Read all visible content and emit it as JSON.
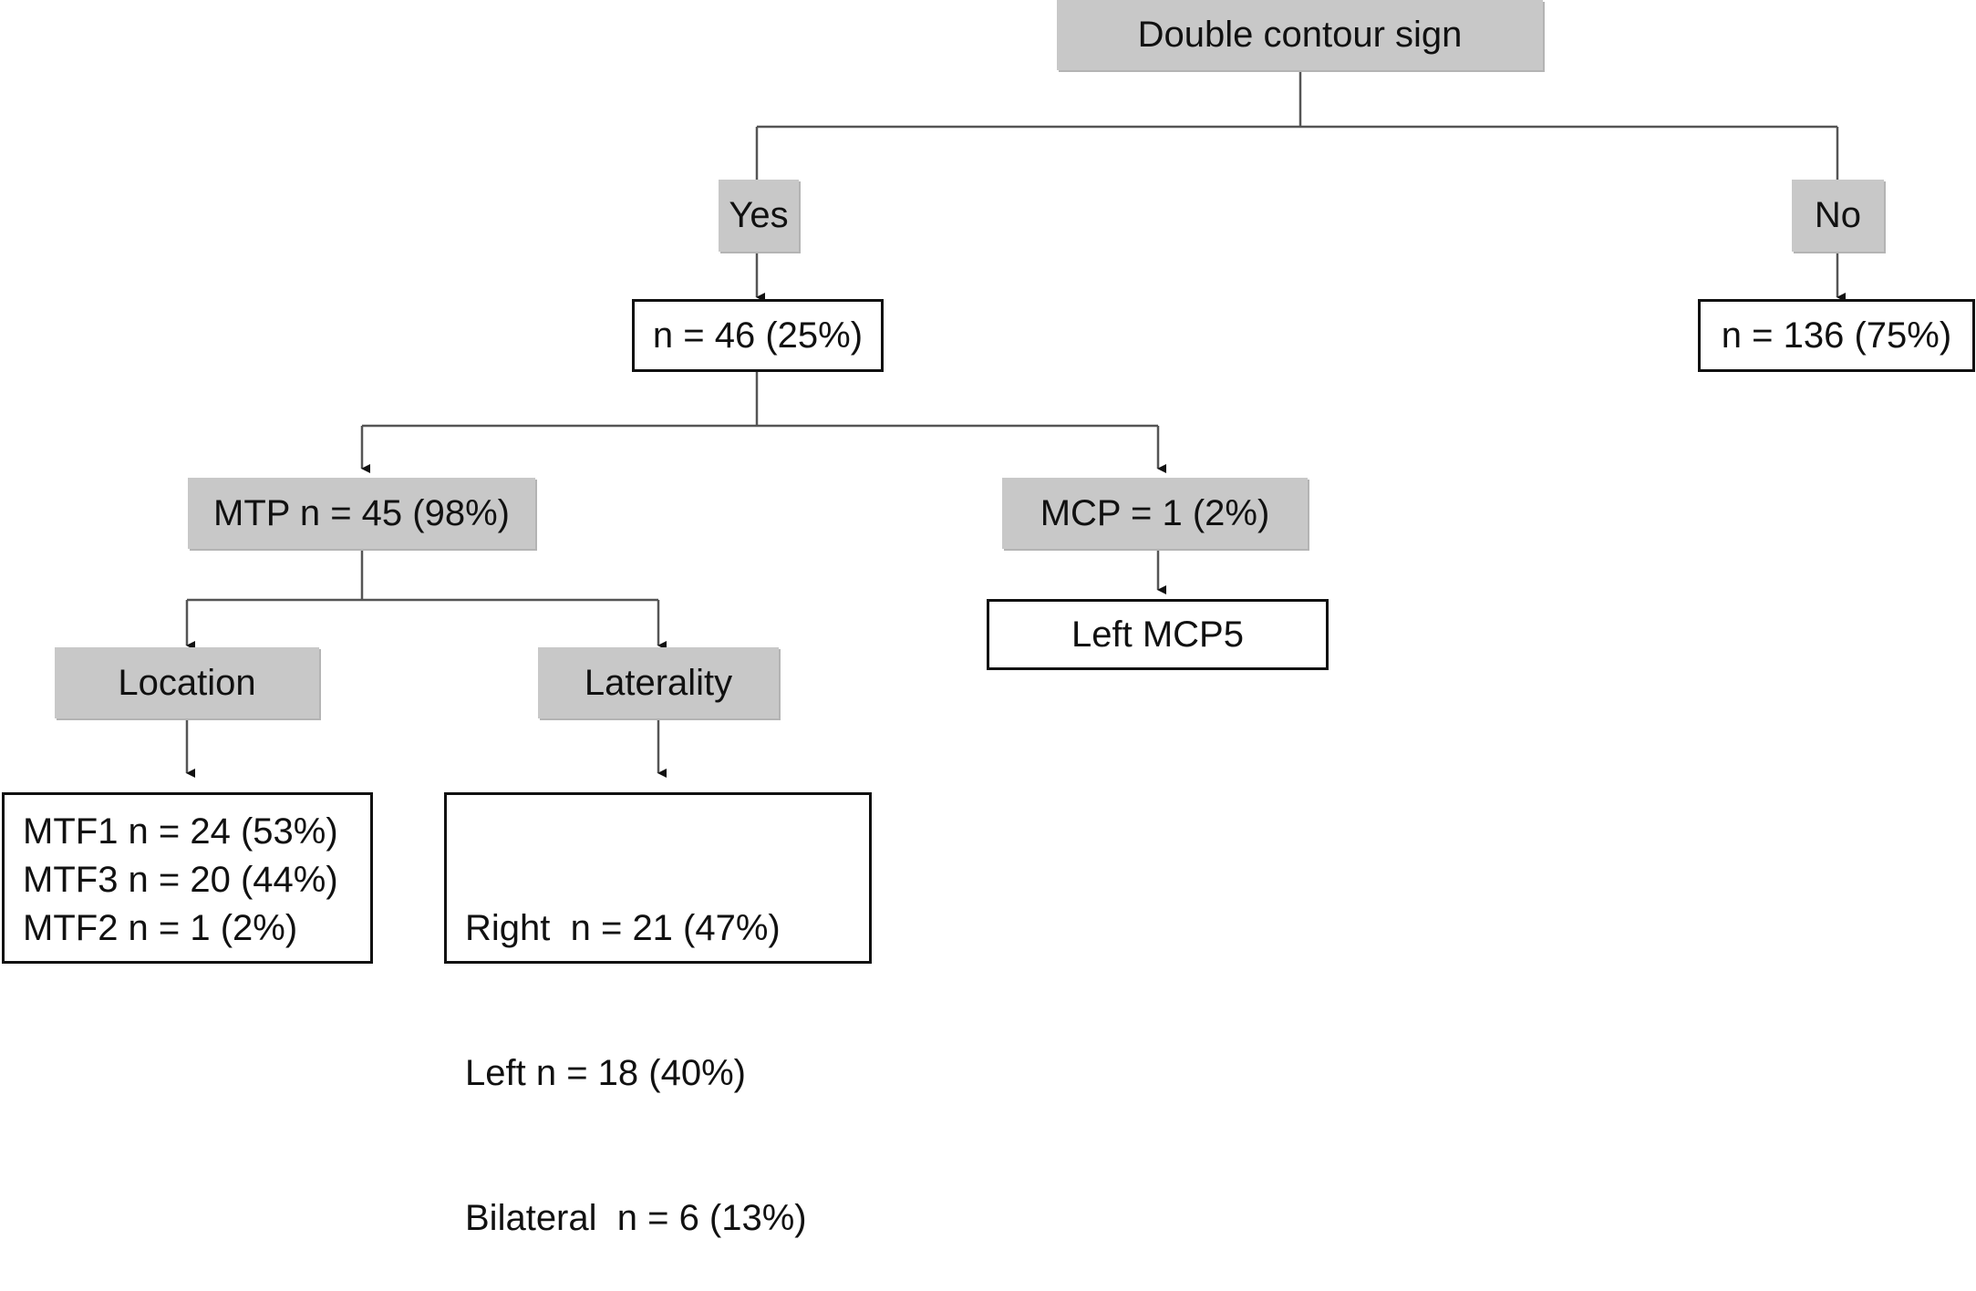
{
  "root": {
    "label": "Double contour sign"
  },
  "yes_branch": {
    "label": "Yes",
    "count": "n = 46 (25%)",
    "mtp": {
      "label": "MTP n = 45 (98%)",
      "location": {
        "label": "Location",
        "items": [
          "MTF1 n = 24 (53%)",
          "MTF3 n = 20 (44%)",
          "MTF2 n = 1 (2%)"
        ]
      },
      "laterality": {
        "label": "Laterality",
        "items": [
          "Right  n = 21 (47%)",
          "Left n = 18 (40%)",
          "Bilateral  n = 6 (13%)"
        ]
      }
    },
    "mcp": {
      "label": "MCP = 1 (2%)",
      "detail": "Left MCP5"
    }
  },
  "no_branch": {
    "label": "No",
    "count": "n = 136 (75%)"
  },
  "colors": {
    "box_fill": "#c8c8c8",
    "line": "#555555",
    "arrow": "#111111"
  }
}
